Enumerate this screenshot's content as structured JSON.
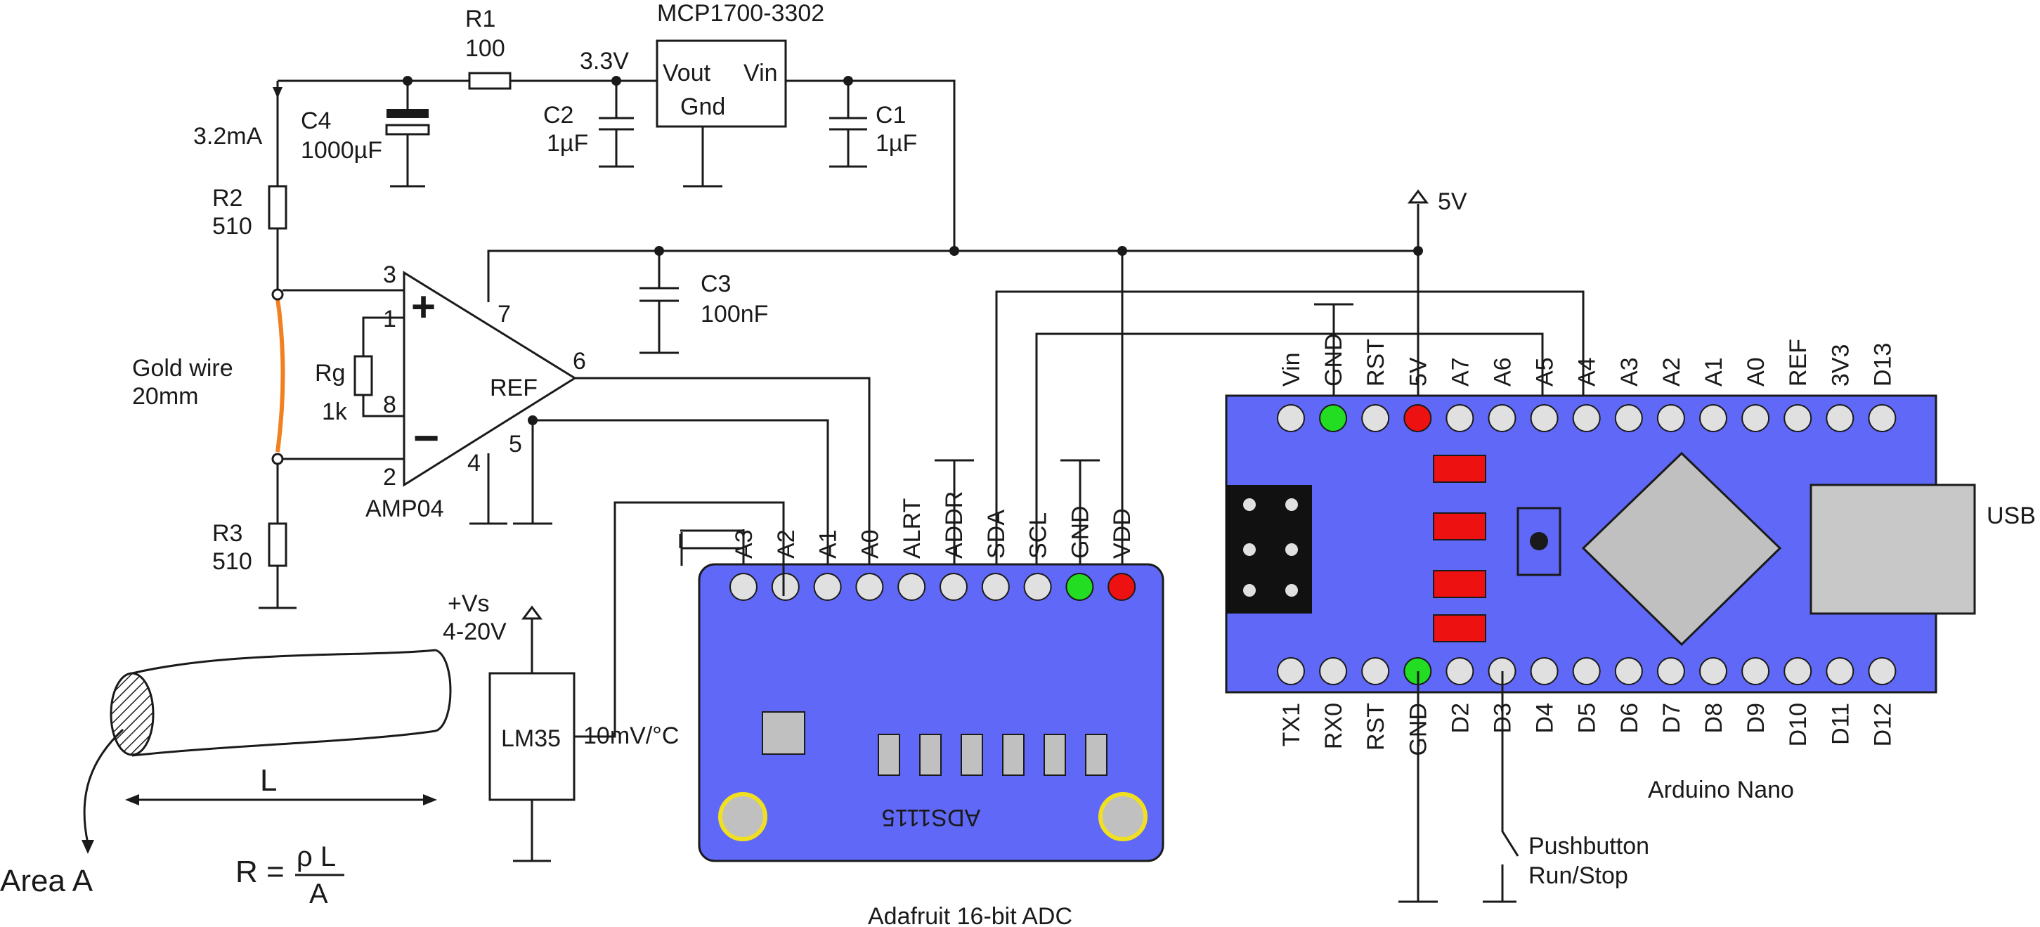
{
  "colors": {
    "board": "#6068f8",
    "gold_wire": "#f08020",
    "pin_gnd": "#22dd22",
    "pin_power": "#ee1111",
    "pin": "#e0e0e0",
    "mounting_ring": "#f0e020",
    "led": "#ee1111",
    "chip": "#c0c0c0"
  },
  "labels": {
    "regulator_name": "MCP1700-3302",
    "reg_vout": "Vout",
    "reg_vin": "Vin",
    "reg_gnd": "Gnd",
    "r1_name": "R1",
    "r1_value": "100",
    "rail_3v3": "3.3V",
    "c2_name": "C2",
    "c2_value": "1µF",
    "c1_name": "C1",
    "c1_value": "1µF",
    "current": "3.2mA",
    "c4_name": "C4",
    "c4_value": "1000µF",
    "r2_name": "R2",
    "r2_value": "510",
    "r3_name": "R3",
    "r3_value": "510",
    "rail_5v": "5V",
    "c3_name": "C3",
    "c3_value": "100nF",
    "gold_wire_line1": "Gold wire",
    "gold_wire_line2": "20mm",
    "rg_name": "Rg",
    "rg_value": "1k",
    "amp_name": "AMP04",
    "amp_ref": "REF",
    "amp_plus": "+",
    "amp_minus": "−",
    "amp_pin3": "3",
    "amp_pin1": "1",
    "amp_pin8": "8",
    "amp_pin2": "2",
    "amp_pin7": "7",
    "amp_pin6": "6",
    "amp_pin4": "4",
    "amp_pin5": "5",
    "vs_line1": "+Vs",
    "vs_line2": "4-20V",
    "lm35": "LM35",
    "lm35_scale": "10mV/°C",
    "length": "L",
    "area": "Area A",
    "formula_r": "R =",
    "formula_num": "ρ L",
    "formula_den": "A",
    "adc_chip": "ADS1115",
    "adc_caption": "Adafruit 16-bit ADC",
    "usb": "USB",
    "nano_caption": "Arduino Nano",
    "pushbutton_line1": "Pushbutton",
    "pushbutton_line2": "Run/Stop"
  },
  "adc_pins": [
    "A3",
    "A2",
    "A1",
    "A0",
    "ALRT",
    "ADDR",
    "SDA",
    "SCL",
    "GND",
    "VDD"
  ],
  "nano_top_pins": [
    "Vin",
    "GND",
    "RST",
    "5V",
    "A7",
    "A6",
    "A5",
    "A4",
    "A3",
    "A2",
    "A1",
    "A0",
    "REF",
    "3V3",
    "D13"
  ],
  "nano_bottom_pins": [
    "TX1",
    "RX0",
    "RST",
    "GND",
    "D2",
    "D3",
    "D4",
    "D5",
    "D6",
    "D7",
    "D8",
    "D9",
    "D10",
    "D11",
    "D12"
  ]
}
